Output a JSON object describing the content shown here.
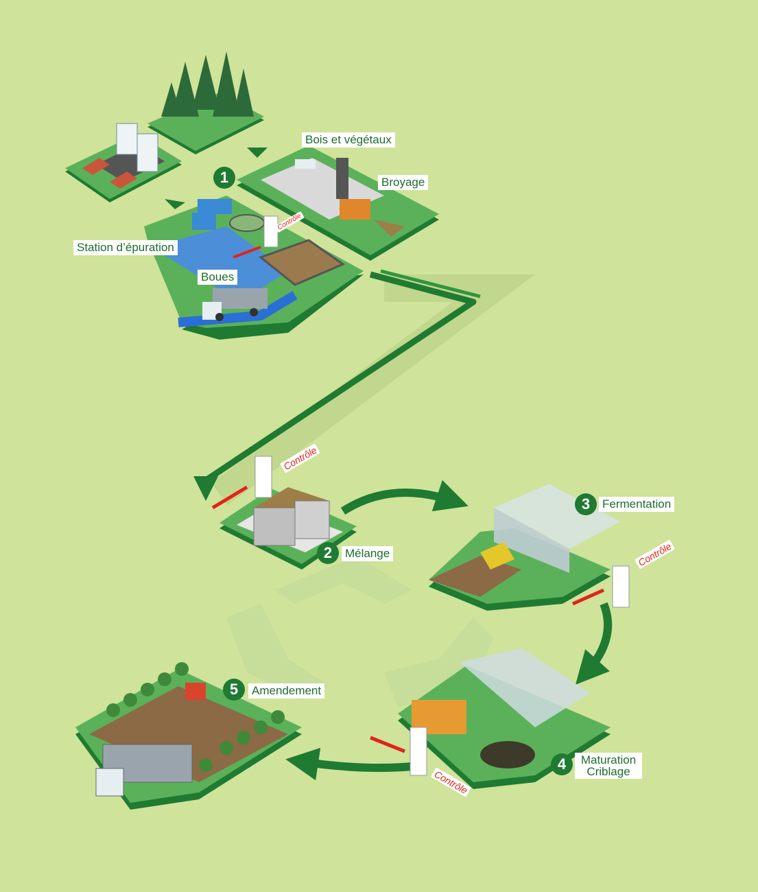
{
  "steps": [
    {
      "number": "1"
    },
    {
      "number": "2",
      "label": "Mélange"
    },
    {
      "number": "3",
      "label": "Fermentation"
    },
    {
      "number": "4",
      "label_line1": "Maturation",
      "label_line2": "Criblage"
    },
    {
      "number": "5",
      "label": "Amendement"
    }
  ],
  "inputs": {
    "wood": "Bois et végétaux",
    "shredding": "Broyage",
    "station": "Station d’épuration",
    "sludge": "Boues"
  },
  "control_label": "Contrôle",
  "colors": {
    "background": "#cfe39a",
    "platform": "#5bb15a",
    "platform_edge": "#1f7a32",
    "arrow": "#1f7a32",
    "soil": "#8b6a45",
    "water": "#2a6fd6",
    "control_text": "#e2231a"
  }
}
